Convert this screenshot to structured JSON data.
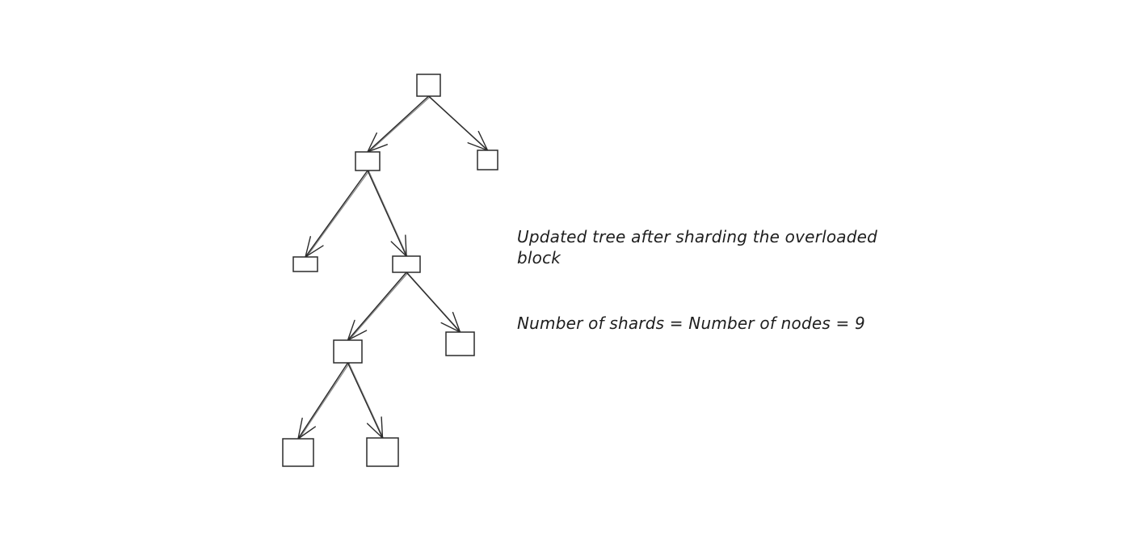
{
  "diagram": {
    "type": "tree",
    "nodes": [
      {
        "id": "root"
      },
      {
        "id": "n1"
      },
      {
        "id": "n2"
      },
      {
        "id": "n3"
      },
      {
        "id": "n4"
      },
      {
        "id": "n5"
      },
      {
        "id": "n6"
      },
      {
        "id": "n7"
      },
      {
        "id": "n8"
      }
    ],
    "edges": [
      {
        "from": "root",
        "to": "n1"
      },
      {
        "from": "root",
        "to": "n2"
      },
      {
        "from": "n1",
        "to": "n3"
      },
      {
        "from": "n1",
        "to": "n4"
      },
      {
        "from": "n4",
        "to": "n5"
      },
      {
        "from": "n4",
        "to": "n6"
      },
      {
        "from": "n5",
        "to": "n7"
      },
      {
        "from": "n5",
        "to": "n8"
      }
    ]
  },
  "annotations": {
    "caption": "Updated tree after sharding the overloaded block",
    "shard_count": "Number of shards = Number of nodes = 9"
  },
  "colors": {
    "stroke": "#2b2b2b",
    "background": "#ffffff"
  }
}
